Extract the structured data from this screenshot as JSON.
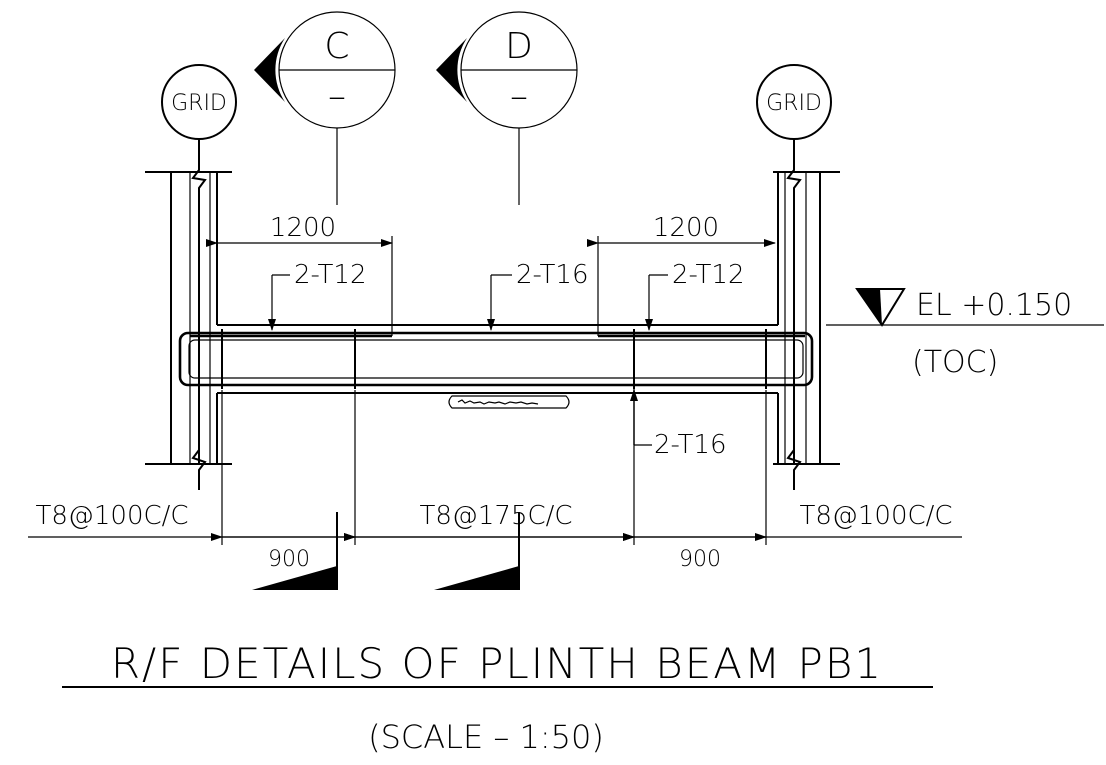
{
  "section_markers": [
    {
      "letter": "C",
      "sheet": "–"
    },
    {
      "letter": "D",
      "sheet": "–"
    }
  ],
  "grid_bubbles": [
    "GRID",
    "GRID"
  ],
  "dimensions": {
    "top_left": "1200",
    "top_right": "1200",
    "bottom_left": "900",
    "bottom_right": "900"
  },
  "rebar": {
    "top_left": "2-T12",
    "top_mid": "2-T16",
    "top_right": "2-T12",
    "bottom": "2-T16"
  },
  "stirrups": {
    "left": "T8@100C/C",
    "middle": "T8@175C/C",
    "right": "T8@100C/C"
  },
  "level": {
    "value": "EL  +0.150",
    "note": "(TOC)"
  },
  "title": "R/F DETAILS OF PLINTH BEAM PB1",
  "subtitle": "(SCALE  –  1:50)"
}
